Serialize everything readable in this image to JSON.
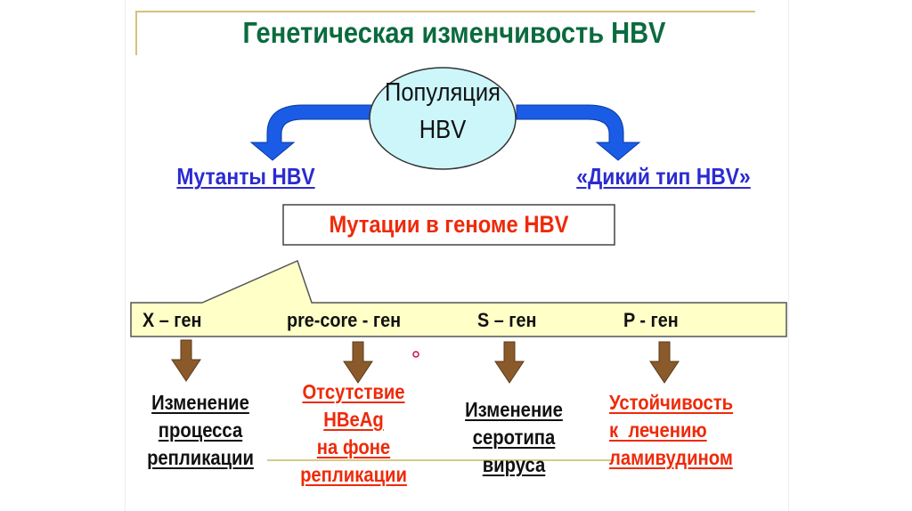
{
  "title": "Генетическая изменчивость HBV",
  "population": {
    "line1": "Популяция",
    "line2": "HBV"
  },
  "left_branch": "Мутанты HBV",
  "right_branch": "«Дикий тип HBV»",
  "mutations_box": "Мутации в геноме HBV",
  "genes": [
    "X – ген",
    "pre-core - ген",
    "S – ген",
    "P - ген"
  ],
  "effects": [
    {
      "lines": [
        "Изменение",
        "процесса",
        "репликации"
      ],
      "color": "#111111"
    },
    {
      "lines": [
        "Отсутствие",
        "HBeAg",
        "на фоне",
        "репликации"
      ],
      "color": "#ee2a0a"
    },
    {
      "lines": [
        "Изменение",
        "серотипа",
        "вируса"
      ],
      "color": "#111111"
    },
    {
      "lines": [
        "Устойчивость",
        "к  лечению",
        "ламивудином"
      ],
      "color": "#ee2a0a"
    }
  ],
  "colors": {
    "title": "#0b6b3e",
    "blue": "#2b2bd0",
    "red": "#ee2a0a",
    "band": "#ffffc8",
    "arrow_brown": "#8b5a2b",
    "arrow_blue": "#1a5ce6"
  }
}
